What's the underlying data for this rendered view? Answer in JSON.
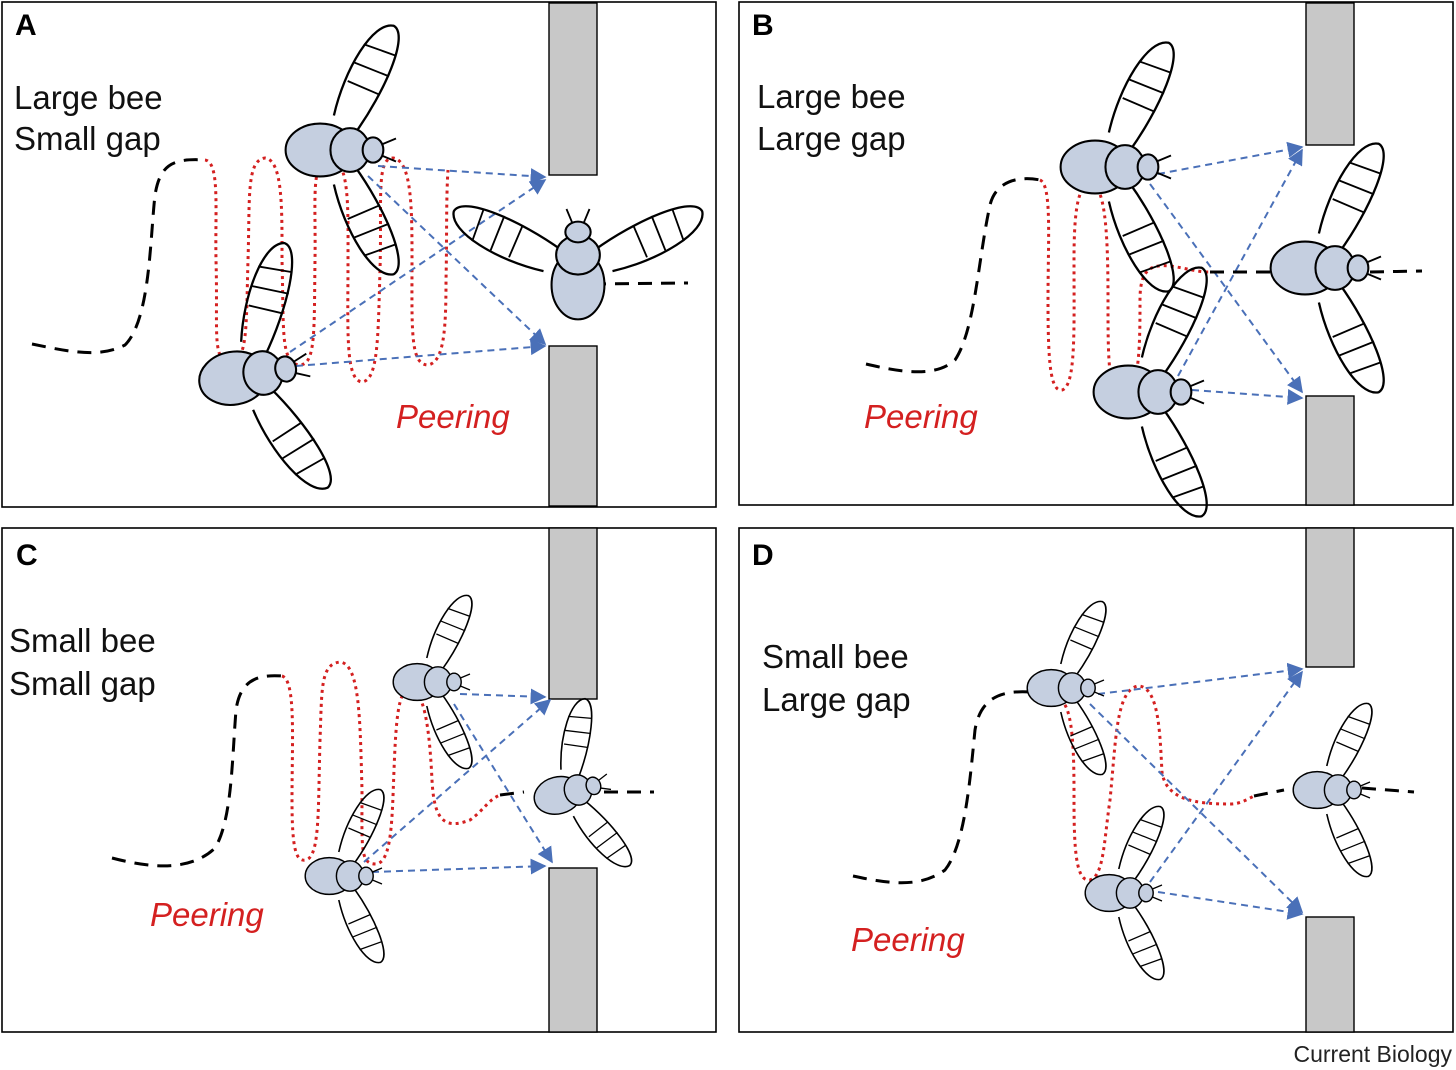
{
  "panels": [
    {
      "letter": "A",
      "line1": "Large bee",
      "line2": "Small gap",
      "peering": "Peering"
    },
    {
      "letter": "B",
      "line1": "Large bee",
      "line2": "Large gap",
      "peering": "Peering"
    },
    {
      "letter": "C",
      "line1": "Small bee",
      "line2": "Small gap",
      "peering": "Peering"
    },
    {
      "letter": "D",
      "line1": "Small bee",
      "line2": "Large gap",
      "peering": "Peering"
    }
  ],
  "credit": "Current Biology",
  "colors": {
    "wall": "#c8c8c8",
    "bee_body": "#c5cfe0",
    "peering_path": "#d42020",
    "approach_path": "#000000",
    "view_arrows": "#4a70b8"
  }
}
